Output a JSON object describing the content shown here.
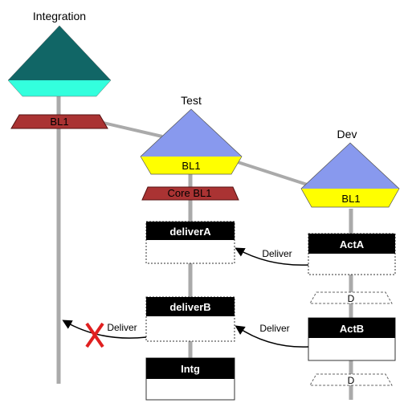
{
  "streams": {
    "integration": {
      "title": "Integration",
      "baseline": "BL1"
    },
    "test": {
      "title": "Test",
      "baseline": "BL1",
      "core_baseline": "Core BL1"
    },
    "dev": {
      "title": "Dev",
      "baseline": "BL1"
    }
  },
  "activities": {
    "deliverA": "deliverA",
    "deliverB": "deliverB",
    "intg": "Intg",
    "actA": "ActA",
    "actB": "ActB"
  },
  "markers": {
    "d1": "D",
    "d2": "D"
  },
  "arrows": {
    "deliver_a": "Deliver",
    "deliver_b": "Deliver",
    "deliver_int": "Deliver"
  },
  "colors": {
    "integration_top": "#116666",
    "integration_bottom": "#33ffdd",
    "stream_top": "#8899ee",
    "stream_bottom": "#ffff00",
    "baseline_red": "#aa3333",
    "line_gray": "#aaaaaa",
    "reject_red": "#e02020"
  }
}
